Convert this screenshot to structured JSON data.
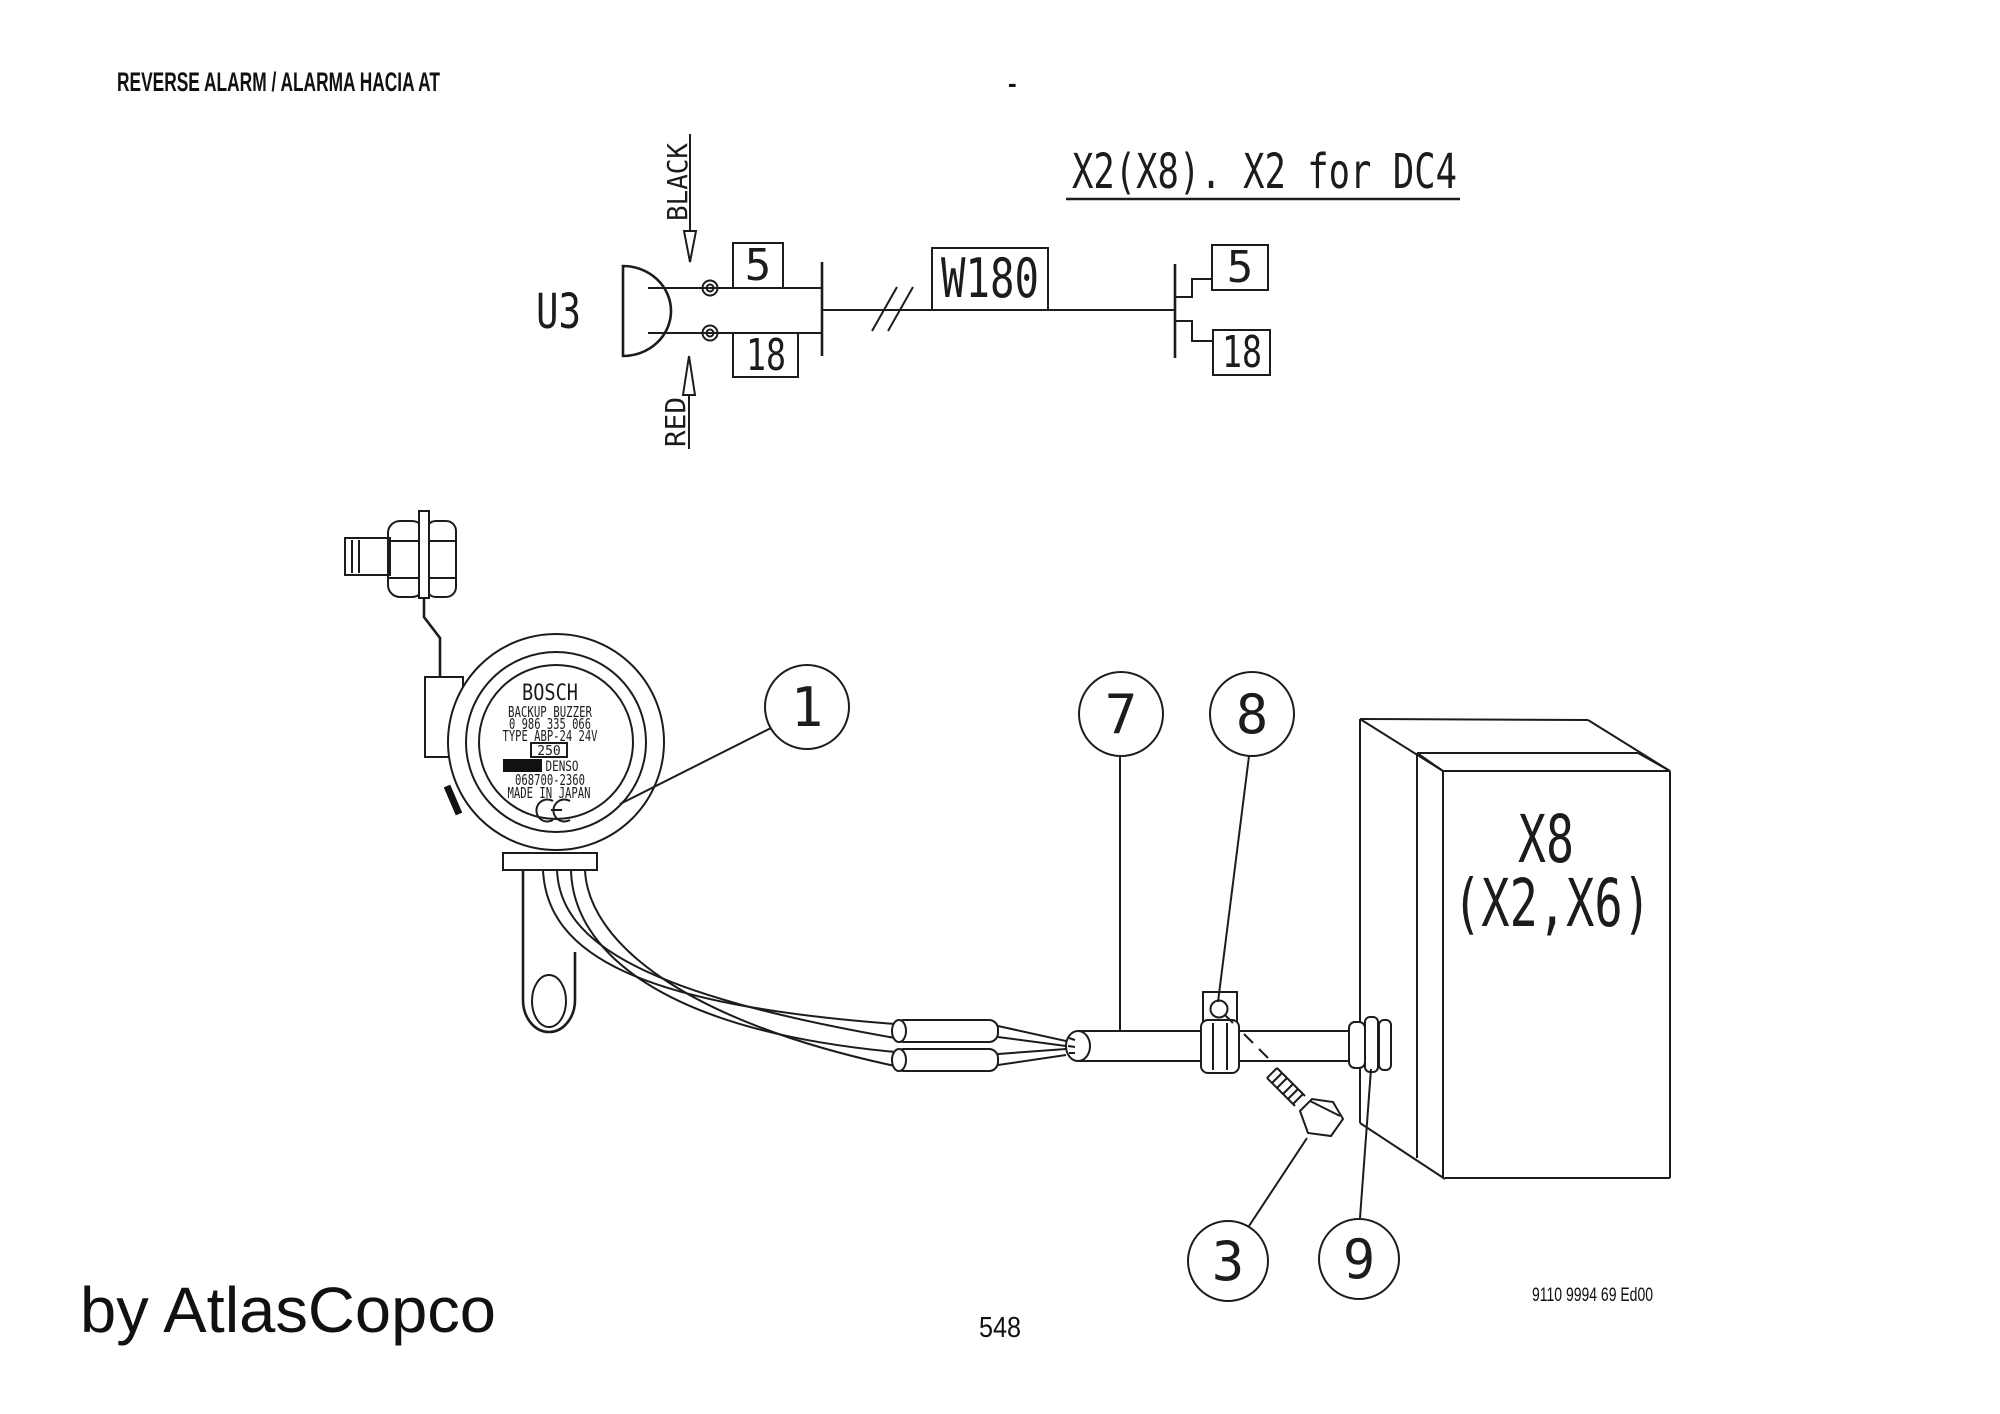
{
  "title": {
    "text": "REVERSE ALARM / ALARMA HACIA AT",
    "dash": "-"
  },
  "schematic": {
    "heading": "X2(X8). X2 for DC4",
    "device_label": "U3",
    "wire_top_color": "BLACK",
    "wire_bottom_color": "RED",
    "harness_label": "W180",
    "left_pins": [
      "5",
      "18"
    ],
    "right_pins": [
      "5",
      "18"
    ]
  },
  "buzzer": {
    "brand": "BOSCH",
    "product": "BACKUP BUZZER",
    "part_no": "0 986 335 066",
    "type_line": "TYPE ABP-24 24V",
    "rating": "250",
    "maker": "DENSO",
    "maker_part_no": "068700-2360",
    "origin": "MADE IN JAPAN"
  },
  "connector_box": {
    "label_line1": "X8",
    "label_line2": "(X2,X6)"
  },
  "callouts": {
    "buzzer": "1",
    "cable": "7",
    "clamp": "8",
    "bolt": "3",
    "connector": "9"
  },
  "footer": {
    "brand": "by AtlasCopco",
    "page_number": "548",
    "doc_ref": "9110 9994 69 Ed00"
  }
}
